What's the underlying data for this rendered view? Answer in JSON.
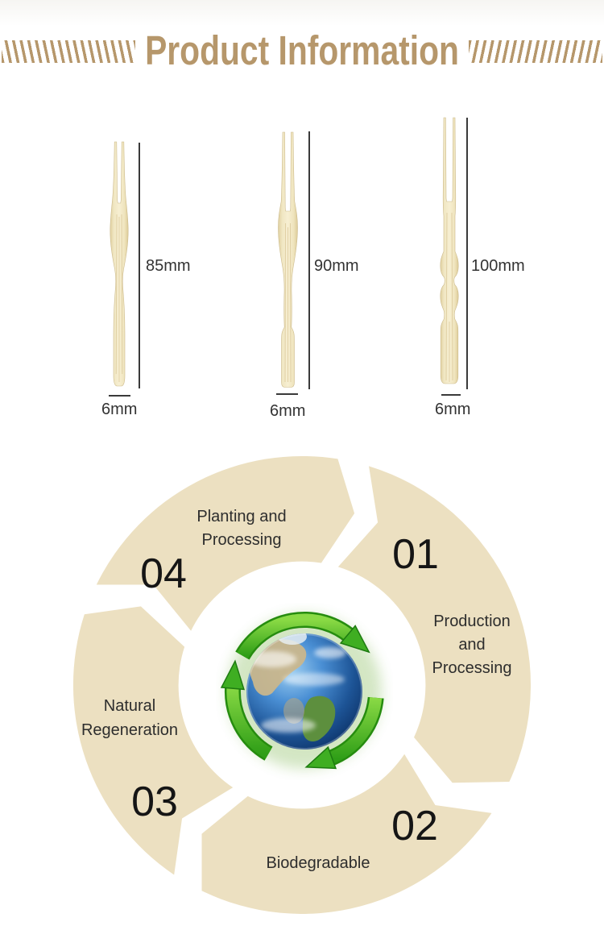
{
  "header": {
    "title": "Product Information",
    "accent_color": "#b6976b",
    "left_decoration": "diagonal-slash-pattern",
    "right_decoration": "diagonal-slash-pattern"
  },
  "size_chart": {
    "bamboo_color": "#f2e8c8",
    "forks": [
      {
        "length_label": "85mm",
        "width_label": "6mm",
        "handle_style": "tapered-waist"
      },
      {
        "length_label": "90mm",
        "width_label": "6mm",
        "handle_style": "straight"
      },
      {
        "length_label": "100mm",
        "width_label": "6mm",
        "handle_style": "wavy-turned"
      }
    ]
  },
  "lifecycle": {
    "ring_color": "#ece0c1",
    "number_color": "#151515",
    "label_color": "#2d2d2d",
    "arrow_green": "#3fae22",
    "center_icon": "earth-with-recycle-arrows",
    "steps": [
      {
        "number": "01",
        "lines": [
          "Production",
          "and",
          "Processing"
        ]
      },
      {
        "number": "02",
        "lines": [
          "Biodegradable"
        ]
      },
      {
        "number": "03",
        "lines": [
          "Natural",
          "Regeneration"
        ]
      },
      {
        "number": "04",
        "lines": [
          "Planting and",
          "Processing"
        ]
      }
    ]
  }
}
